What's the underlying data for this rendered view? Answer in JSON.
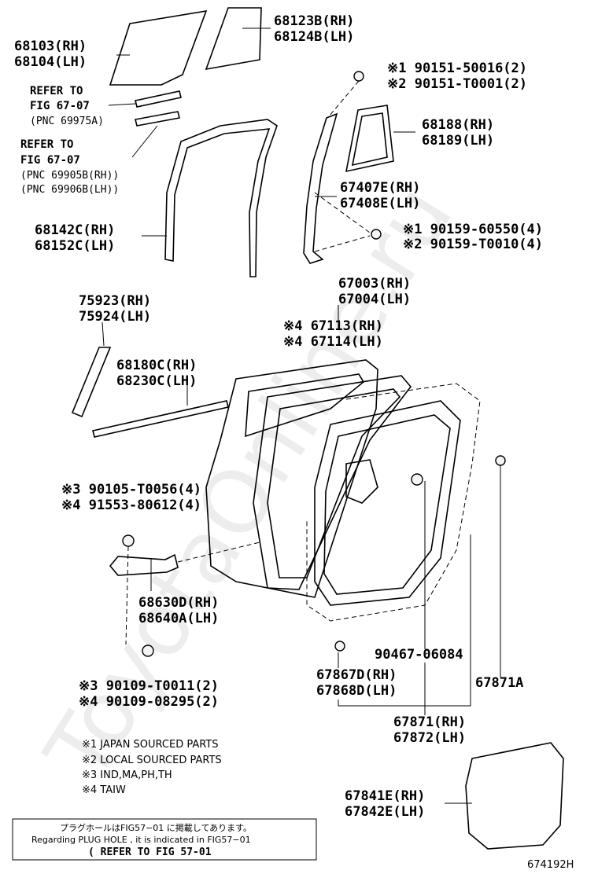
{
  "watermark": "ToyotaOnline.ru",
  "figure_code": "674192H",
  "parts": {
    "glass_rh": "68103(RH)",
    "glass_lh": "68104(LH)",
    "quarter_glass_rh": "68123B(RH)",
    "quarter_glass_lh": "68124B(LH)",
    "refer1_line1": "REFER TO",
    "refer1_line2": "FIG 67-07",
    "refer1_line3": "(PNC 69975A)",
    "refer2_line1": "REFER TO",
    "refer2_line2": "FIG 67-07",
    "refer2_line3": "(PNC 69905B(RH))",
    "refer2_line4": "(PNC 69906B(LH))",
    "screw1_a": "※1 90151-50016(2)",
    "screw1_b": "※2 90151-T0001(2)",
    "seal_rh": "68188(RH)",
    "seal_lh": "68189(LH)",
    "channel_rh": "67407E(RH)",
    "channel_lh": "67408E(LH)",
    "bolt_a": "※1 90159-60550(4)",
    "bolt_b": "※2 90159-T0010(4)",
    "run_rh": "68142C(RH)",
    "run_lh": "68152C(LH)",
    "panel_rh": "67003(RH)",
    "panel_lh": "67004(LH)",
    "garnish_rh": "75923(RH)",
    "garnish_lh": "75924(LH)",
    "weather_rh": "※4 67113(RH)",
    "weather_lh": "※4 67114(LH)",
    "belt_rh": "68180C(RH)",
    "belt_lh": "68230C(LH)",
    "bolt2_a": "※3 90105-T0056(4)",
    "bolt2_b": "※4 91553-80612(4)",
    "check_rh": "68630D(RH)",
    "check_lh": "68640A(LH)",
    "clip": "90467-06084",
    "clip2_rh": "67867D(RH)",
    "clip2_lh": "67868D(LH)",
    "seal2": "67871A",
    "bolt3_a": "※3 90109-T0011(2)",
    "bolt3_b": "※4 90109-08295(2)",
    "weatherstrip_rh": "67871(RH)",
    "weatherstrip_lh": "67872(LH)",
    "service_rh": "67841E(RH)",
    "service_lh": "67842E(LH)"
  },
  "notes": {
    "n1": "※1 JAPAN SOURCED PARTS",
    "n2": "※2 LOCAL SOURCED PARTS",
    "n3": "※3 IND,MA,PH,TH",
    "n4": "※4 TAIW"
  },
  "box": {
    "line1": "プラグホールはFIG57−01 に掲載してあります。",
    "line2": "Regarding PLUG HOLE , it is indicated in FIG57−01",
    "line3": "( REFER TO FIG 57-01"
  }
}
